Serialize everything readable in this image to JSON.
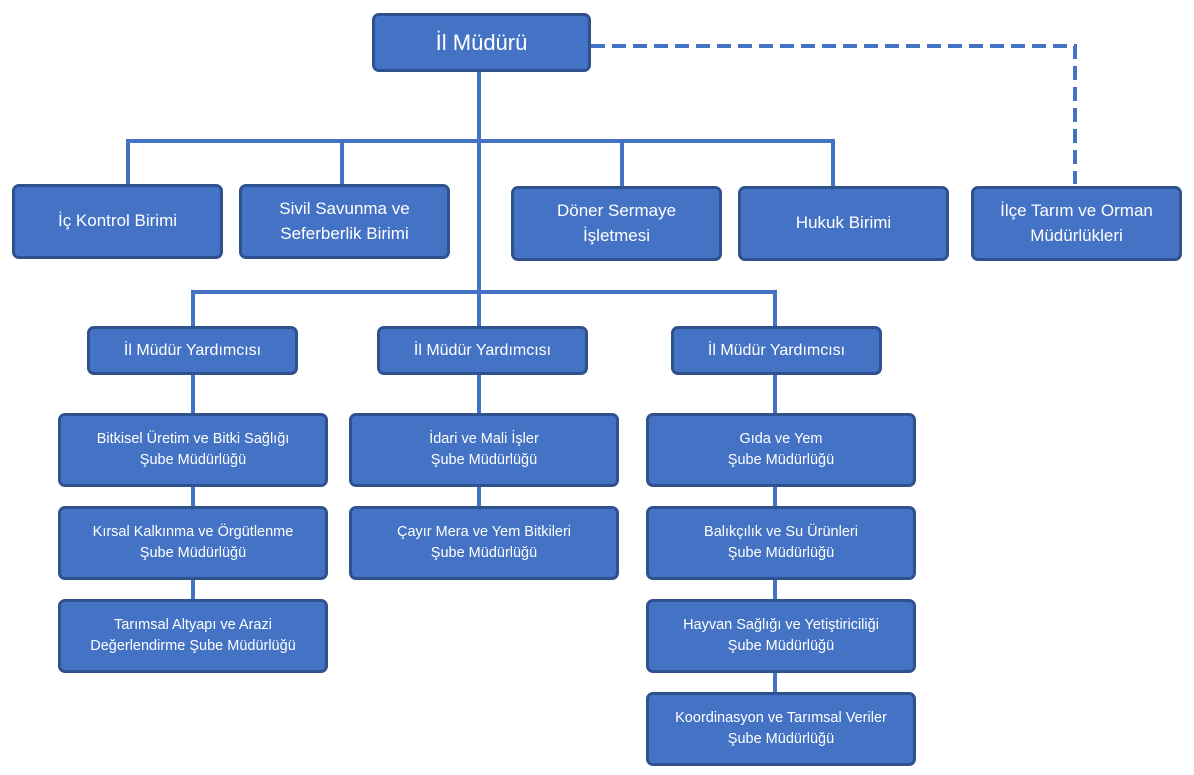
{
  "diagram": {
    "root": {
      "label": "İl Müdürü"
    },
    "units": [
      {
        "lines": [
          "İç Kontrol Birimi"
        ]
      },
      {
        "lines": [
          "Sivil Savunma ve",
          "Seferberlik Birimi"
        ]
      },
      {
        "lines": [
          "Döner Sermaye",
          "İşletmesi"
        ]
      },
      {
        "lines": [
          "Hukuk Birimi"
        ]
      }
    ],
    "district": {
      "lines": [
        "İlçe Tarım ve Orman",
        "Müdürlükleri"
      ],
      "link_style": "dashed"
    },
    "deputies": [
      {
        "label": "İl Müdür Yardımcısı",
        "branches": [
          {
            "lines": [
              "Bitkisel Üretim ve Bitki Sağlığı",
              "Şube Müdürlüğü"
            ]
          },
          {
            "lines": [
              "Kırsal Kalkınma ve Örgütlenme",
              "Şube Müdürlüğü"
            ]
          },
          {
            "lines": [
              "Tarımsal Altyapı ve Arazi",
              "Değerlendirme Şube Müdürlüğü"
            ]
          }
        ]
      },
      {
        "label": "İl Müdür Yardımcısı",
        "branches": [
          {
            "lines": [
              "İdari ve Mali İşler",
              "Şube Müdürlüğü"
            ]
          },
          {
            "lines": [
              "Çayır Mera ve Yem Bitkileri",
              "Şube Müdürlüğü"
            ]
          }
        ]
      },
      {
        "label": "İl Müdür Yardımcısı",
        "branches": [
          {
            "lines": [
              "Gıda ve Yem",
              "Şube Müdürlüğü"
            ]
          },
          {
            "lines": [
              "Balıkçılık ve Su Ürünleri",
              "Şube Müdürlüğü"
            ]
          },
          {
            "lines": [
              "Hayvan Sağlığı ve Yetiştiriciliği",
              "Şube Müdürlüğü"
            ]
          },
          {
            "lines": [
              "Koordinasyon ve Tarımsal Veriler",
              "Şube Müdürlüğü"
            ]
          }
        ]
      }
    ],
    "colors": {
      "box_fill": "#4472c4",
      "box_border": "#2f528f",
      "connector": "#4472c4",
      "text": "#ffffff"
    }
  }
}
